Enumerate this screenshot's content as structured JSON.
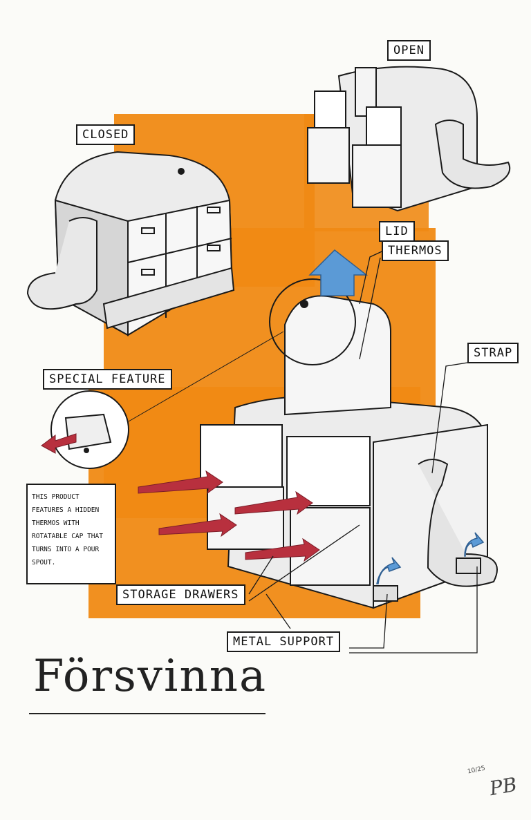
{
  "labels": {
    "open": "OPEN",
    "closed": "CLOSED",
    "lid": "LID",
    "thermos": "THERMOS",
    "strap": "STRAP",
    "special_feature": "SPECIAL FEATURE",
    "storage_drawers": "STORAGE DRAWERS",
    "metal_support": "METAL SUPPORT"
  },
  "note": "THIS PRODUCT FEATURES A HIDDEN THERMOS WITH ROTATABLE CAP THAT TURNS INTO A POUR SPOUT.",
  "brand": "Försvinna",
  "date": "10/25",
  "initials": "PB",
  "colors": {
    "background": "#fbfbf8",
    "orange": "#f08a14",
    "shade": "#c9c9c9",
    "red_arrow": "#b8303e",
    "blue_arrow": "#5b9ad6",
    "ink": "#1a1a1a"
  }
}
